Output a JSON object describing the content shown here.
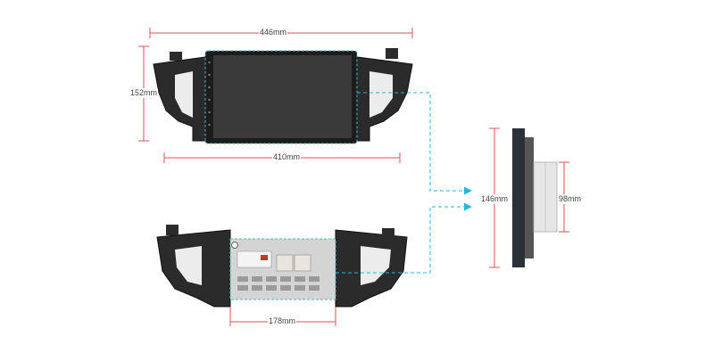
{
  "dimensions": {
    "overall_width": "446mm",
    "overall_height": "152mm",
    "mount_width": "410mm",
    "chassis_width": "178mm",
    "side_height": "146mm",
    "chassis_depth": "98mm"
  },
  "colors": {
    "dimension_line": "#d9534f",
    "leader_line": "#29b6d8",
    "screen": "#3a3a3a",
    "bezel": "#1c1c1c",
    "frame": "#2b2b2b",
    "chassis": "#d4d4d4"
  }
}
